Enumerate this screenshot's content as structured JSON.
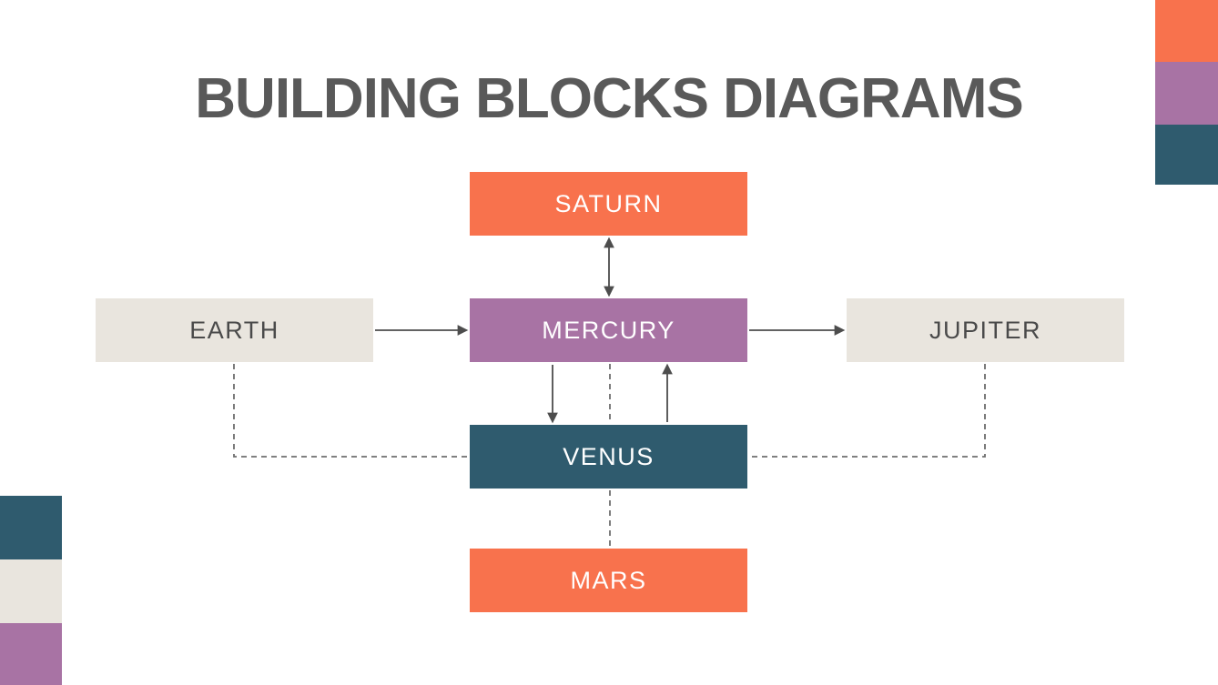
{
  "title": "BUILDING BLOCKS DIAGRAMS",
  "palette": {
    "background": "#FFFFFF",
    "orange": "#F8724D",
    "purple": "#A873A4",
    "teal": "#2F5B6E",
    "beige": "#E9E5DE",
    "title_gray": "#595959",
    "connector_gray": "#4D4D4D",
    "dashed_gray": "#6E6E6E"
  },
  "diagram": {
    "nodes": [
      {
        "id": "saturn",
        "label": "SATURN",
        "color": "#F8724D",
        "text_color": "#FFFFFF"
      },
      {
        "id": "mercury",
        "label": "MERCURY",
        "color": "#A873A4",
        "text_color": "#FFFFFF"
      },
      {
        "id": "earth",
        "label": "EARTH",
        "color": "#E9E5DE",
        "text_color": "#4A4A4A"
      },
      {
        "id": "jupiter",
        "label": "JUPITER",
        "color": "#E9E5DE",
        "text_color": "#4A4A4A"
      },
      {
        "id": "venus",
        "label": "VENUS",
        "color": "#2F5B6E",
        "text_color": "#FFFFFF"
      },
      {
        "id": "mars",
        "label": "MARS",
        "color": "#F8724D",
        "text_color": "#FFFFFF"
      }
    ],
    "connectors": [
      {
        "from": "saturn",
        "to": "mercury",
        "style": "solid",
        "arrows": "both"
      },
      {
        "from": "earth",
        "to": "mercury",
        "style": "solid",
        "arrows": "end"
      },
      {
        "from": "mercury",
        "to": "jupiter",
        "style": "solid",
        "arrows": "end"
      },
      {
        "from": "mercury",
        "to": "venus",
        "style": "solid",
        "arrows": "end"
      },
      {
        "from": "venus",
        "to": "mercury",
        "style": "solid",
        "arrows": "end"
      },
      {
        "from": "mercury",
        "to": "venus",
        "style": "dashed",
        "arrows": "none"
      },
      {
        "from": "venus",
        "to": "mars",
        "style": "dashed",
        "arrows": "none"
      },
      {
        "from": "earth",
        "to": "venus",
        "style": "dashed",
        "arrows": "none"
      },
      {
        "from": "jupiter",
        "to": "venus",
        "style": "dashed",
        "arrows": "none"
      }
    ]
  },
  "decorations": {
    "top_right_squares": [
      "orange",
      "purple",
      "teal"
    ],
    "bottom_left_squares": [
      "teal",
      "beige",
      "purple"
    ]
  }
}
